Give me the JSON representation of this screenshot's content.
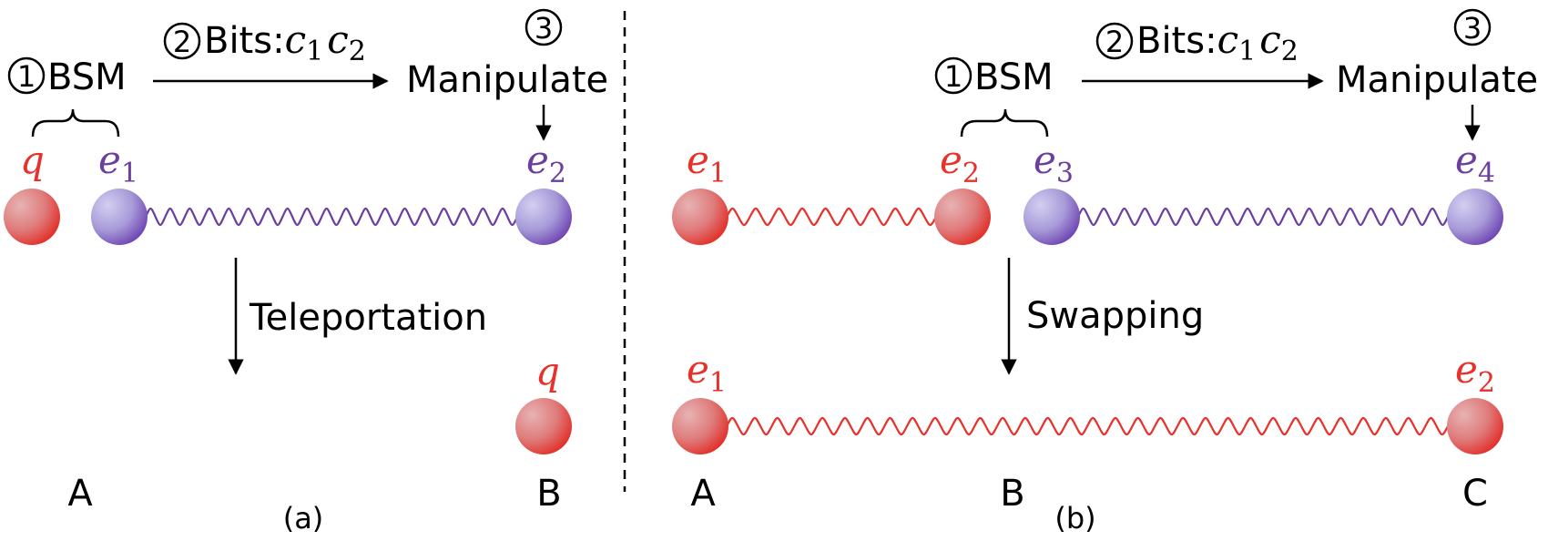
{
  "panel_a": {
    "step1_num": "1",
    "step1_label": "BSM",
    "step2_num": "2",
    "step2_label": "Bits:",
    "step3_num": "3",
    "step3_label": "Manipulate",
    "arrow_label": "Teleportation",
    "particles": [
      {
        "sym": "q",
        "sub": "",
        "color": "#e8312b"
      },
      {
        "sym": "e",
        "sub": "1",
        "color": "#6b3fa0"
      },
      {
        "sym": "e",
        "sub": "2",
        "color": "#6b3fa0"
      },
      {
        "sym": "q",
        "sub": "",
        "color": "#e8312b"
      }
    ],
    "node_left": "A",
    "node_right": "B",
    "caption": "(a)"
  },
  "panel_b": {
    "step1_num": "1",
    "step1_label": "BSM",
    "step2_num": "2",
    "step2_label": "Bits:",
    "step3_num": "3",
    "step3_label": "Manipulate",
    "arrow_label": "Swapping",
    "particles": [
      {
        "sym": "e",
        "sub": "1",
        "color": "#e8312b"
      },
      {
        "sym": "e",
        "sub": "2",
        "color": "#e8312b"
      },
      {
        "sym": "e",
        "sub": "3",
        "color": "#6b3fa0"
      },
      {
        "sym": "e",
        "sub": "4",
        "color": "#6b3fa0"
      },
      {
        "sym": "e",
        "sub": "1",
        "color": "#e8312b"
      },
      {
        "sym": "e",
        "sub": "2",
        "color": "#e8312b"
      }
    ],
    "node_left": "A",
    "node_mid": "B",
    "node_right": "C",
    "caption": "(b)"
  },
  "bits_vars": {
    "c": "c",
    "s1": "1",
    "s2": "2"
  },
  "colors": {
    "red": "#e8312b",
    "purple": "#6b3fa0",
    "red_light": "#e8a2a2",
    "purple_light": "#c0b8e6"
  }
}
